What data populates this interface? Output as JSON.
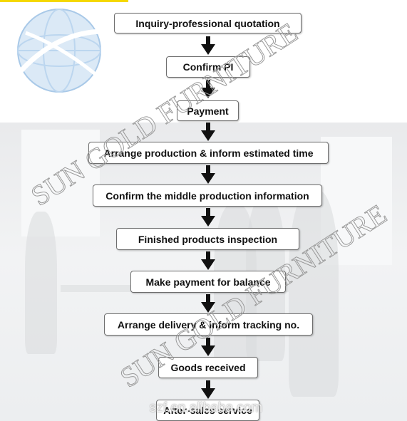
{
  "steps": [
    "Inquiry-professional quotation",
    "Confirm PI",
    "Payment",
    "Arrange production & inform estimated time",
    "Confirm the middle production information",
    "Finished products inspection",
    "Make payment for balance",
    "Arrange delivery & inform tracking no.",
    "Goods received",
    "After-sales service"
  ],
  "watermark_text": "SUN GOLD FURNITURE",
  "site_watermark": "szf.en.alibaba.com",
  "colors": {
    "box_border": "#6e6e6e",
    "arrow": "#111111",
    "logo_blue": "#5b9bd5",
    "accent_yellow": "#f5d800"
  },
  "icons": [
    "globe-logo-icon",
    "down-arrow-icon"
  ]
}
